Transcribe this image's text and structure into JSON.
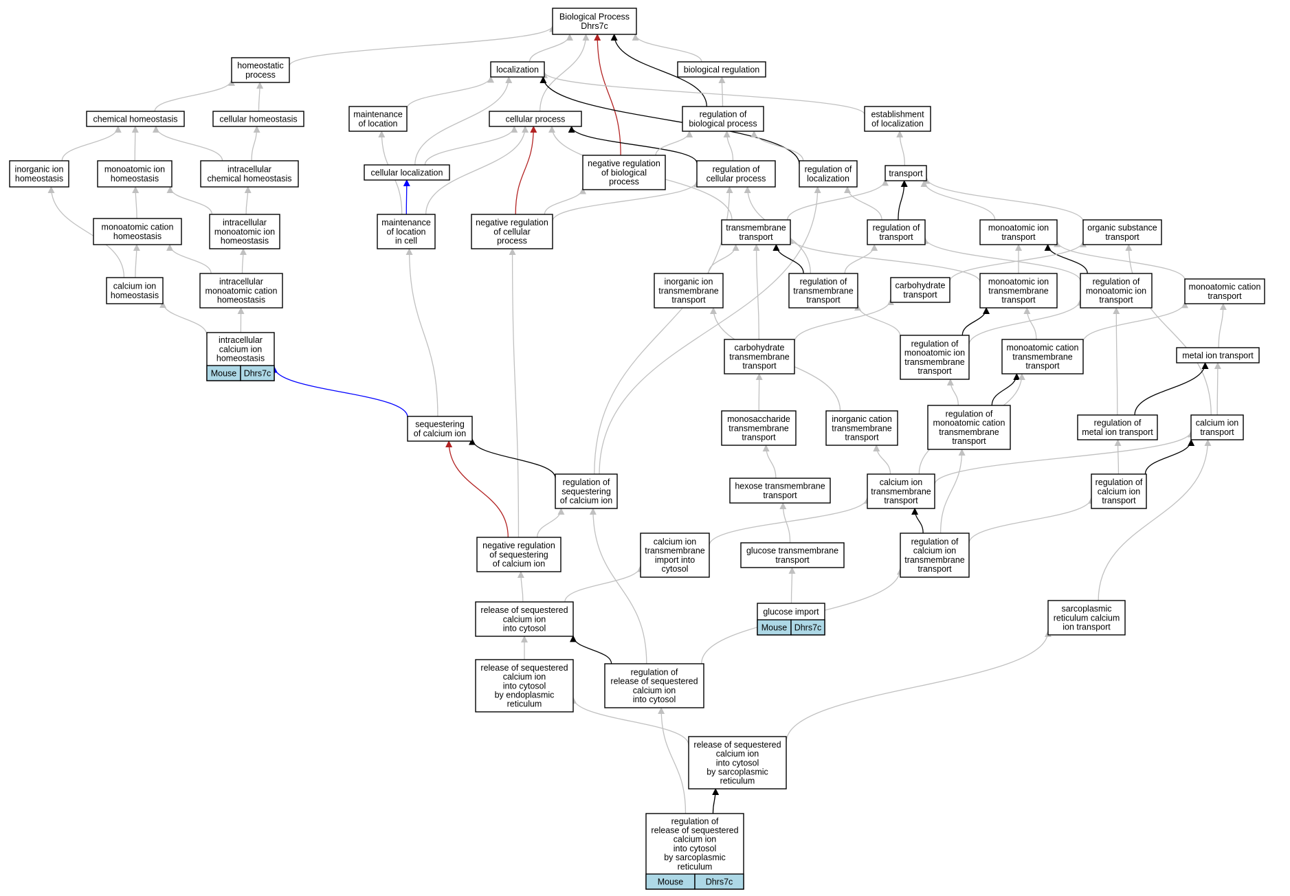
{
  "title": "Biological Process\nDhrs7c",
  "colors": {
    "is_a": "#c0c0c0",
    "part_of": "#000000",
    "negatively_regulates": "#b22222",
    "positively_regulates": "#0000ff",
    "annotation_fill": "#add8e6"
  },
  "nodes": [
    {
      "id": "root",
      "label": "Biological Process\nDhrs7c"
    },
    {
      "id": "homeo",
      "label": "homeostatic\nprocess"
    },
    {
      "id": "loc",
      "label": "localization"
    },
    {
      "id": "bioreg",
      "label": "biological regulation"
    },
    {
      "id": "chemhomeo",
      "label": "chemical homeostasis"
    },
    {
      "id": "cellhomeo",
      "label": "cellular homeostasis"
    },
    {
      "id": "mainloc",
      "label": "maintenance\nof location"
    },
    {
      "id": "cellproc",
      "label": "cellular process"
    },
    {
      "id": "regbio",
      "label": "regulation of\nbiological process"
    },
    {
      "id": "estloc",
      "label": "establishment\nof localization"
    },
    {
      "id": "inorghomeo",
      "label": "inorganic ion\nhomeostasis"
    },
    {
      "id": "monohomeo",
      "label": "monoatomic ion\nhomeostasis"
    },
    {
      "id": "icchemhomeo",
      "label": "intracellular\nchemical homeostasis"
    },
    {
      "id": "cellloc",
      "label": "cellular localization"
    },
    {
      "id": "negregbio",
      "label": "negative regulation\nof biological\nprocess"
    },
    {
      "id": "regcell",
      "label": "regulation of\ncellular process"
    },
    {
      "id": "regloc",
      "label": "regulation of\nlocalization"
    },
    {
      "id": "transport",
      "label": "transport"
    },
    {
      "id": "monocathomeo",
      "label": "monoatomic cation\nhomeostasis"
    },
    {
      "id": "icmonohomeo",
      "label": "intracellular\nmonoatomic ion\nhomeostasis"
    },
    {
      "id": "mainloccell",
      "label": "maintenance\nof location\nin cell"
    },
    {
      "id": "negregcell",
      "label": "negative regulation\nof cellular\nprocess"
    },
    {
      "id": "tmtrans",
      "label": "transmembrane\ntransport"
    },
    {
      "id": "regtrans",
      "label": "regulation of\ntransport"
    },
    {
      "id": "monotrans",
      "label": "monoatomic ion\ntransport"
    },
    {
      "id": "orgtrans",
      "label": "organic substance\ntransport"
    },
    {
      "id": "cahomeo",
      "label": "calcium ion\nhomeostasis"
    },
    {
      "id": "icmonocathomeo",
      "label": "intracellular\nmonoatomic cation\nhomeostasis"
    },
    {
      "id": "inorgtm",
      "label": "inorganic ion\ntransmembrane\ntransport"
    },
    {
      "id": "regtm",
      "label": "regulation of\ntransmembrane\ntransport"
    },
    {
      "id": "carbtrans",
      "label": "carbohydrate\ntransport"
    },
    {
      "id": "monotm",
      "label": "monoatomic ion\ntransmembrane\ntransport"
    },
    {
      "id": "regmonotrans",
      "label": "regulation of\nmonoatomic ion\ntransport"
    },
    {
      "id": "monocattrans",
      "label": "monoatomic cation\ntransport"
    },
    {
      "id": "iccahomeo",
      "label": "intracellular\ncalcium ion\nhomeostasis",
      "annotation": [
        "Mouse",
        "Dhrs7c"
      ]
    },
    {
      "id": "carbtm",
      "label": "carbohydrate\ntransmembrane\ntransport"
    },
    {
      "id": "regmonotm",
      "label": "regulation of\nmonoatomic ion\ntransmembrane\ntransport"
    },
    {
      "id": "monocattm",
      "label": "monoatomic cation\ntransmembrane\ntransport"
    },
    {
      "id": "metaltrans",
      "label": "metal ion transport"
    },
    {
      "id": "seqca",
      "label": "sequestering\nof calcium ion"
    },
    {
      "id": "monosacctm",
      "label": "monosaccharide\ntransmembrane\ntransport"
    },
    {
      "id": "inorgcattm",
      "label": "inorganic cation\ntransmembrane\ntransport"
    },
    {
      "id": "regmonocattm",
      "label": "regulation of\nmonoatomic cation\ntransmembrane\ntransport"
    },
    {
      "id": "regmetal",
      "label": "regulation of\nmetal ion transport"
    },
    {
      "id": "catrans",
      "label": "calcium ion\ntransport"
    },
    {
      "id": "regseqca",
      "label": "regulation of\nsequestering\nof calcium ion"
    },
    {
      "id": "hexosetm",
      "label": "hexose transmembrane\ntransport"
    },
    {
      "id": "catm",
      "label": "calcium ion\ntransmembrane\ntransport"
    },
    {
      "id": "regcatrans",
      "label": "regulation of\ncalcium ion\ntransport"
    },
    {
      "id": "negregseqca",
      "label": "negative regulation\nof sequestering\nof calcium ion"
    },
    {
      "id": "catmimport",
      "label": "calcium ion\ntransmembrane\nimport into\ncytosol"
    },
    {
      "id": "glucosetm",
      "label": "glucose transmembrane\ntransport"
    },
    {
      "id": "regcatm",
      "label": "regulation of\ncalcium ion\ntransmembrane\ntransport"
    },
    {
      "id": "glucoseimport",
      "label": "glucose import",
      "annotation": [
        "Mouse",
        "Dhrs7c"
      ]
    },
    {
      "id": "relseq",
      "label": "release of sequestered\ncalcium ion\ninto cytosol"
    },
    {
      "id": "srcatrans",
      "label": "sarcoplasmic\nreticulum calcium\nion transport"
    },
    {
      "id": "relseqer",
      "label": "release of sequestered\ncalcium ion\ninto cytosol\nby endoplasmic\nreticulum"
    },
    {
      "id": "regrelseq",
      "label": "regulation of\nrelease of sequestered\ncalcium ion\ninto cytosol"
    },
    {
      "id": "relseqsr",
      "label": "release of sequestered\ncalcium ion\ninto cytosol\nby sarcoplasmic\nreticulum"
    },
    {
      "id": "regrelseqsr",
      "label": "regulation of\nrelease of sequestered\ncalcium ion\ninto cytosol\nby sarcoplasmic\nreticulum",
      "annotation": [
        "Mouse",
        "Dhrs7c"
      ]
    }
  ],
  "edges": [
    {
      "from": "homeo",
      "to": "root",
      "type": "is_a"
    },
    {
      "from": "loc",
      "to": "root",
      "type": "is_a"
    },
    {
      "from": "bioreg",
      "to": "root",
      "type": "is_a"
    },
    {
      "from": "cellproc",
      "to": "root",
      "type": "is_a"
    },
    {
      "from": "regbio",
      "to": "root",
      "type": "part_of"
    },
    {
      "from": "negregbio",
      "to": "root",
      "type": "negatively_regulates"
    },
    {
      "from": "chemhomeo",
      "to": "homeo",
      "type": "is_a"
    },
    {
      "from": "cellhomeo",
      "to": "homeo",
      "type": "is_a"
    },
    {
      "from": "mainloc",
      "to": "loc",
      "type": "is_a"
    },
    {
      "from": "cellloc",
      "to": "loc",
      "type": "is_a"
    },
    {
      "from": "estloc",
      "to": "loc",
      "type": "is_a"
    },
    {
      "from": "regloc",
      "to": "loc",
      "type": "part_of"
    },
    {
      "from": "regbio",
      "to": "bioreg",
      "type": "is_a"
    },
    {
      "from": "inorghomeo",
      "to": "chemhomeo",
      "type": "is_a"
    },
    {
      "from": "monohomeo",
      "to": "chemhomeo",
      "type": "is_a"
    },
    {
      "from": "icchemhomeo",
      "to": "chemhomeo",
      "type": "is_a"
    },
    {
      "from": "icchemhomeo",
      "to": "cellhomeo",
      "type": "is_a"
    },
    {
      "from": "mainloccell",
      "to": "mainloc",
      "type": "is_a"
    },
    {
      "from": "cellloc",
      "to": "cellproc",
      "type": "is_a"
    },
    {
      "from": "mainloccell",
      "to": "cellproc",
      "type": "is_a"
    },
    {
      "from": "regcell",
      "to": "cellproc",
      "type": "part_of"
    },
    {
      "from": "negregcell",
      "to": "cellproc",
      "type": "negatively_regulates"
    },
    {
      "from": "tmtrans",
      "to": "cellproc",
      "type": "is_a"
    },
    {
      "from": "negregbio",
      "to": "regbio",
      "type": "is_a"
    },
    {
      "from": "regcell",
      "to": "regbio",
      "type": "is_a"
    },
    {
      "from": "regloc",
      "to": "regbio",
      "type": "is_a"
    },
    {
      "from": "transport",
      "to": "estloc",
      "type": "is_a"
    },
    {
      "from": "monocathomeo",
      "to": "monohomeo",
      "type": "is_a"
    },
    {
      "from": "icmonohomeo",
      "to": "monohomeo",
      "type": "is_a"
    },
    {
      "from": "icmonohomeo",
      "to": "icchemhomeo",
      "type": "is_a"
    },
    {
      "from": "mainloccell",
      "to": "cellloc",
      "type": "positively_regulates"
    },
    {
      "from": "negregcell",
      "to": "negregbio",
      "type": "is_a"
    },
    {
      "from": "negregcell",
      "to": "regcell",
      "type": "is_a"
    },
    {
      "from": "regseqca",
      "to": "regcell",
      "type": "is_a"
    },
    {
      "from": "regtm",
      "to": "regcell",
      "type": "is_a"
    },
    {
      "from": "regtrans",
      "to": "regloc",
      "type": "is_a"
    },
    {
      "from": "regseqca",
      "to": "regloc",
      "type": "is_a"
    },
    {
      "from": "tmtrans",
      "to": "transport",
      "type": "is_a"
    },
    {
      "from": "regtrans",
      "to": "transport",
      "type": "part_of"
    },
    {
      "from": "monotrans",
      "to": "transport",
      "type": "is_a"
    },
    {
      "from": "orgtrans",
      "to": "transport",
      "type": "is_a"
    },
    {
      "from": "cahomeo",
      "to": "inorghomeo",
      "type": "is_a"
    },
    {
      "from": "cahomeo",
      "to": "monocathomeo",
      "type": "is_a"
    },
    {
      "from": "icmonocathomeo",
      "to": "monocathomeo",
      "type": "is_a"
    },
    {
      "from": "icmonocathomeo",
      "to": "icmonohomeo",
      "type": "is_a"
    },
    {
      "from": "seqca",
      "to": "mainloccell",
      "type": "is_a"
    },
    {
      "from": "negregseqca",
      "to": "negregcell",
      "type": "is_a"
    },
    {
      "from": "inorgtm",
      "to": "tmtrans",
      "type": "is_a"
    },
    {
      "from": "regtm",
      "to": "tmtrans",
      "type": "part_of"
    },
    {
      "from": "carbtm",
      "to": "tmtrans",
      "type": "is_a"
    },
    {
      "from": "monotm",
      "to": "tmtrans",
      "type": "is_a"
    },
    {
      "from": "regtm",
      "to": "regtrans",
      "type": "is_a"
    },
    {
      "from": "regmonotrans",
      "to": "regtrans",
      "type": "is_a"
    },
    {
      "from": "monotm",
      "to": "monotrans",
      "type": "is_a"
    },
    {
      "from": "regmonotrans",
      "to": "monotrans",
      "type": "part_of"
    },
    {
      "from": "monocattrans",
      "to": "monotrans",
      "type": "is_a"
    },
    {
      "from": "carbtrans",
      "to": "orgtrans",
      "type": "is_a"
    },
    {
      "from": "catrans",
      "to": "orgtrans",
      "type": "is_a"
    },
    {
      "from": "iccahomeo",
      "to": "cahomeo",
      "type": "is_a"
    },
    {
      "from": "iccahomeo",
      "to": "icmonocathomeo",
      "type": "is_a"
    },
    {
      "from": "inorgcattm",
      "to": "inorgtm",
      "type": "is_a"
    },
    {
      "from": "regmonotm",
      "to": "regtm",
      "type": "is_a"
    },
    {
      "from": "carbtm",
      "to": "carbtrans",
      "type": "is_a"
    },
    {
      "from": "regmonotm",
      "to": "monotm",
      "type": "part_of"
    },
    {
      "from": "monocattm",
      "to": "monotm",
      "type": "is_a"
    },
    {
      "from": "regmonotm",
      "to": "regmonotrans",
      "type": "is_a"
    },
    {
      "from": "regmetal",
      "to": "regmonotrans",
      "type": "is_a"
    },
    {
      "from": "monocattm",
      "to": "monocattrans",
      "type": "is_a"
    },
    {
      "from": "metaltrans",
      "to": "monocattrans",
      "type": "is_a"
    },
    {
      "from": "seqca",
      "to": "iccahomeo",
      "type": "positively_regulates"
    },
    {
      "from": "monosacctm",
      "to": "carbtm",
      "type": "is_a"
    },
    {
      "from": "regmonocattm",
      "to": "regmonotm",
      "type": "is_a"
    },
    {
      "from": "regmonocattm",
      "to": "monocattm",
      "type": "part_of"
    },
    {
      "from": "catm",
      "to": "monocattm",
      "type": "is_a"
    },
    {
      "from": "regmetal",
      "to": "metaltrans",
      "type": "part_of"
    },
    {
      "from": "catrans",
      "to": "metaltrans",
      "type": "is_a"
    },
    {
      "from": "regseqca",
      "to": "seqca",
      "type": "part_of"
    },
    {
      "from": "negregseqca",
      "to": "seqca",
      "type": "negatively_regulates"
    },
    {
      "from": "hexosetm",
      "to": "monosacctm",
      "type": "is_a"
    },
    {
      "from": "catm",
      "to": "inorgcattm",
      "type": "is_a"
    },
    {
      "from": "regcatm",
      "to": "regmonocattm",
      "type": "is_a"
    },
    {
      "from": "regcatrans",
      "to": "regmetal",
      "type": "is_a"
    },
    {
      "from": "catm",
      "to": "catrans",
      "type": "is_a"
    },
    {
      "from": "regcatrans",
      "to": "catrans",
      "type": "part_of"
    },
    {
      "from": "srcatrans",
      "to": "catrans",
      "type": "is_a"
    },
    {
      "from": "negregseqca",
      "to": "regseqca",
      "type": "is_a"
    },
    {
      "from": "regrelseq",
      "to": "regseqca",
      "type": "is_a"
    },
    {
      "from": "glucosetm",
      "to": "hexosetm",
      "type": "is_a"
    },
    {
      "from": "catmimport",
      "to": "catm",
      "type": "is_a"
    },
    {
      "from": "regcatm",
      "to": "catm",
      "type": "part_of"
    },
    {
      "from": "regcatm",
      "to": "regcatrans",
      "type": "is_a"
    },
    {
      "from": "relseq",
      "to": "negregseqca",
      "type": "is_a"
    },
    {
      "from": "relseq",
      "to": "catmimport",
      "type": "is_a"
    },
    {
      "from": "glucoseimport",
      "to": "glucosetm",
      "type": "is_a"
    },
    {
      "from": "regrelseq",
      "to": "regcatm",
      "type": "is_a"
    },
    {
      "from": "relseqer",
      "to": "relseq",
      "type": "is_a"
    },
    {
      "from": "regrelseq",
      "to": "relseq",
      "type": "part_of"
    },
    {
      "from": "relseqsr",
      "to": "srcatrans",
      "type": "is_a"
    },
    {
      "from": "relseqsr",
      "to": "relseqer",
      "type": "is_a"
    },
    {
      "from": "regrelseqsr",
      "to": "regrelseq",
      "type": "is_a"
    },
    {
      "from": "regrelseqsr",
      "to": "relseqsr",
      "type": "part_of"
    }
  ]
}
